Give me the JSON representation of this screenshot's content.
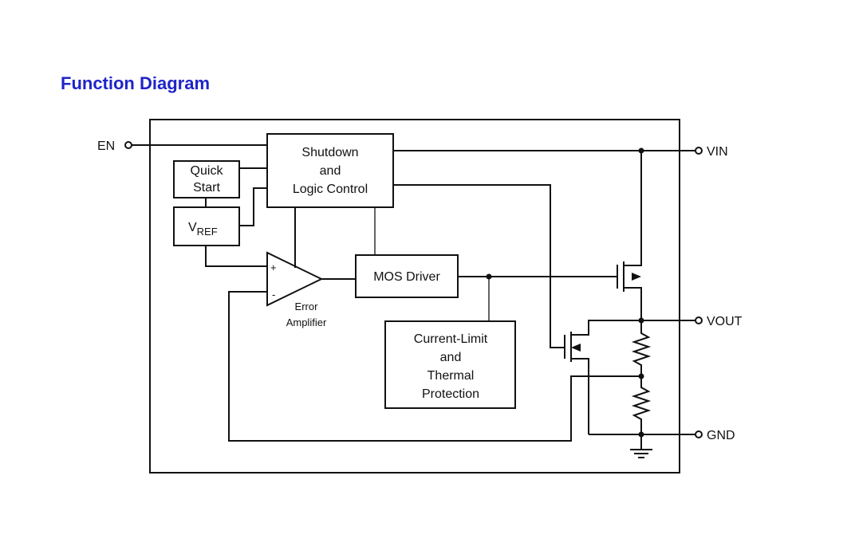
{
  "title": "Function Diagram",
  "pins": {
    "en": "EN",
    "vin": "VIN",
    "vout": "VOUT",
    "gnd": "GND"
  },
  "blocks": {
    "shutdown": [
      "Shutdown",
      "and",
      "Logic Control"
    ],
    "quick_start": [
      "Quick",
      "Start"
    ],
    "vref_main": "V",
    "vref_sub": "REF",
    "mos_driver": "MOS Driver",
    "current_limit": [
      "Current-Limit",
      "and",
      "Thermal",
      "Protection"
    ],
    "error_amplifier": [
      "Error",
      "Amplifier"
    ]
  },
  "amp_symbols": {
    "plus": "+",
    "minus": "-"
  }
}
